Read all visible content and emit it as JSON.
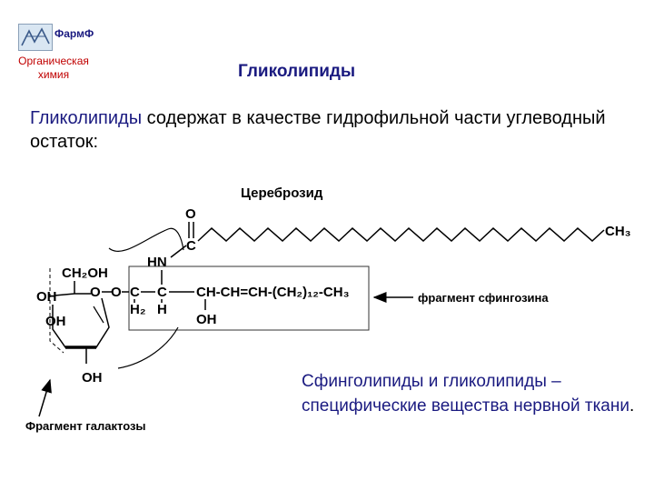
{
  "header": {
    "logo_name": "ФармФ",
    "logo_subtitle_line1": "Органическая",
    "logo_subtitle_line2": "химия",
    "title": "Гликолипиды"
  },
  "intro": {
    "highlight": "Гликолипиды",
    "rest": " содержат в качестве гидрофильной части углеводный остаток:"
  },
  "structure": {
    "name": "Цереброзид",
    "sphingosine_label": "фрагмент сфингозина",
    "galactose_label": "Фрагмент галактозы",
    "atoms": {
      "ch2oh": "CH₂OH",
      "o_ring": "O",
      "oh_left": "OH",
      "oh_lower": "OH",
      "oh_bottom": "OH",
      "o_link": "O",
      "c1": "C",
      "c2": "C",
      "h2": "H₂",
      "h": "H",
      "hn": "HN",
      "c_carbonyl": "C",
      "o_carbonyl": "O",
      "chain_formula": "CH-CH=CH-(CH₂)₁₂-CH₃",
      "oh_chain": "OH",
      "ch3_end": "CH₃"
    }
  },
  "note": {
    "line": "Сфинголипиды и гликолипиды – специфические вещества нервной ткани",
    "end": "."
  }
}
